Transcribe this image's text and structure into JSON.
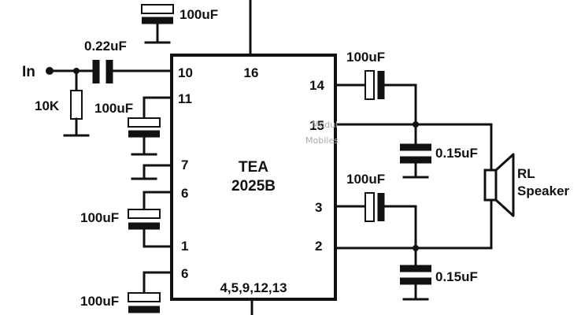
{
  "ic": {
    "line1": "TEA",
    "line2": "2025B"
  },
  "pins": {
    "p16": "16",
    "p10": "10",
    "p11": "11",
    "p7": "7",
    "p6a": "6",
    "p1": "1",
    "p6b": "6",
    "p14": "14",
    "p15": "15",
    "p3": "3",
    "p2": "2",
    "gnd": "4,5,9,12,13"
  },
  "labels": {
    "input": "In",
    "resistor": "10K",
    "c_top": "100uF",
    "c_in": "0.22uF",
    "c_11": "100uF",
    "c_6_1": "100uF",
    "c_6b": "100uF",
    "c_14": "100uF",
    "c_15": "0.15uF",
    "c_3": "100uF",
    "c_2": "0.15uF",
    "speaker_1": "RL",
    "speaker_2": "Speaker"
  },
  "watermark": {
    "line1": "Modul",
    "line2": "Mobiles"
  }
}
